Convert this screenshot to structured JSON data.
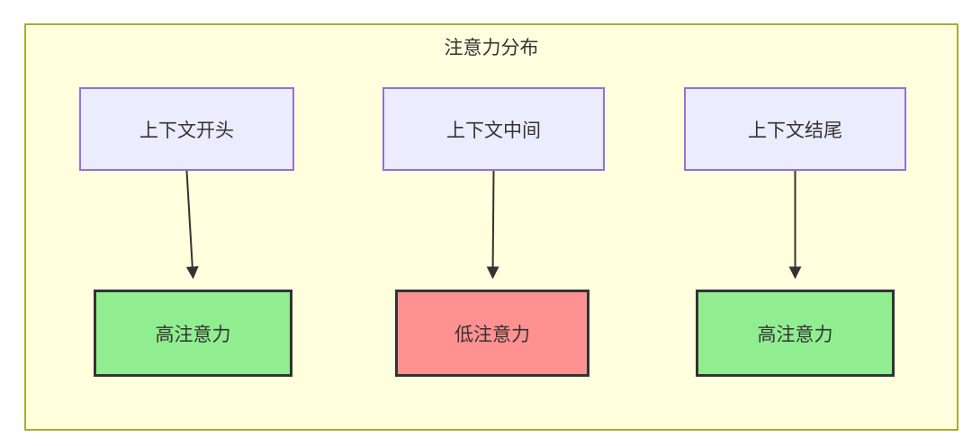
{
  "diagram": {
    "title": "注意力分布",
    "container": {
      "fill": "#ffffde",
      "border": "#aaaa33"
    },
    "top_nodes": [
      {
        "id": "context-start",
        "label": "上下文开头",
        "fill": "#ECECFF",
        "border": "#9370DB"
      },
      {
        "id": "context-middle",
        "label": "上下文中间",
        "fill": "#ECECFF",
        "border": "#9370DB"
      },
      {
        "id": "context-end",
        "label": "上下文结尾",
        "fill": "#ECECFF",
        "border": "#9370DB"
      }
    ],
    "bottom_nodes": [
      {
        "id": "high-attention-left",
        "label": "高注意力",
        "fill": "#90EE90",
        "border": "#333333",
        "status": "high"
      },
      {
        "id": "low-attention-middle",
        "label": "低注意力",
        "fill": "#ff9191",
        "border": "#333333",
        "status": "low"
      },
      {
        "id": "high-attention-right",
        "label": "高注意力",
        "fill": "#90EE90",
        "border": "#333333",
        "status": "high"
      }
    ],
    "edges": [
      {
        "from": "context-start",
        "to": "high-attention-left"
      },
      {
        "from": "context-middle",
        "to": "low-attention-middle"
      },
      {
        "from": "context-end",
        "to": "high-attention-right"
      }
    ],
    "edge_color": "#333333",
    "text_color": "#333333"
  }
}
